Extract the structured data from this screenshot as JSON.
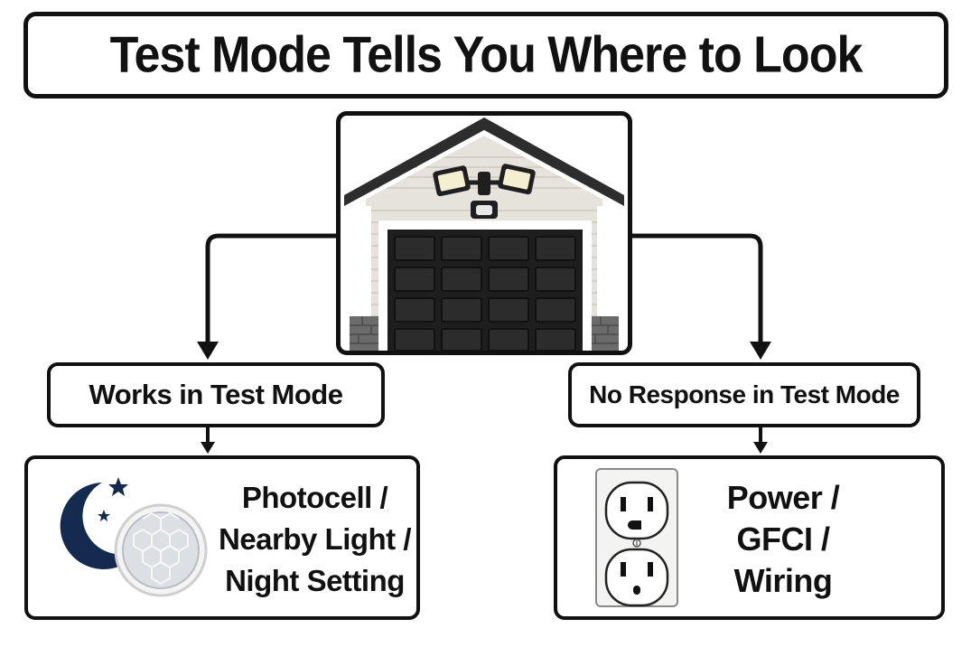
{
  "title": "Test Mode Tells You Where to Look",
  "branches": {
    "left": {
      "label": "Works in Test Mode",
      "result_lines": [
        "Photocell /",
        "Nearby Light /",
        "Night Setting"
      ],
      "icons": [
        "crescent-moon-stars",
        "motion-sensor-lens"
      ]
    },
    "right": {
      "label": "No Response in Test Mode",
      "result_lines": [
        "Power /",
        "GFCI /",
        "Wiring"
      ],
      "icons": [
        "electrical-outlet"
      ]
    }
  },
  "illustration": "garage-with-motion-floodlight",
  "colors": {
    "line": "#111111",
    "garage_door": "#1e1e1e",
    "siding": "#e6e3dc",
    "moon": "#142a4f"
  }
}
